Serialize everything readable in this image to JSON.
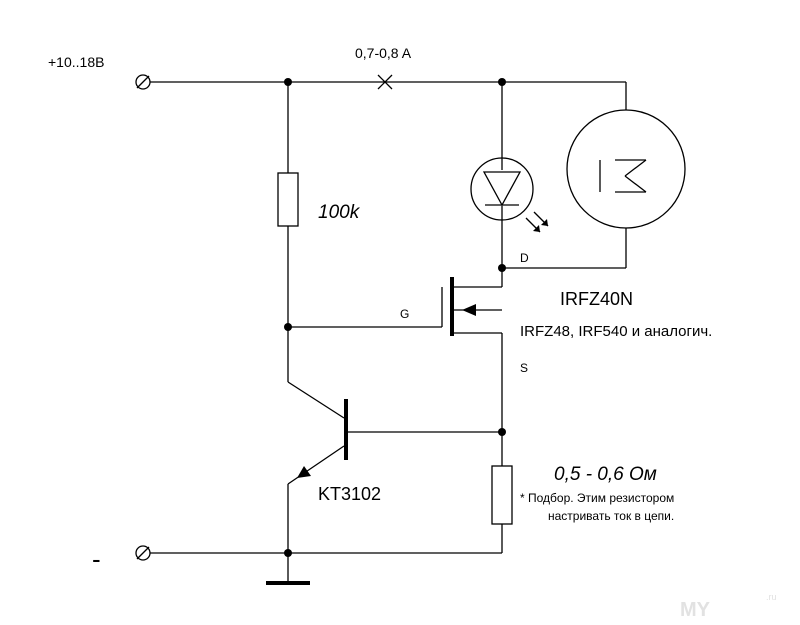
{
  "labels": {
    "supply": "+10..18B",
    "ground": "-",
    "fuse_current": "0,7-0,8 A",
    "r1_value": "100k",
    "drain": "D",
    "gate": "G",
    "source": "S",
    "mosfet_name": "IRFZ40N",
    "mosfet_alt": "IRFZ48, IRF540 и аналогич.",
    "transistor_name": "KT3102",
    "rsense_value": "0,5 - 0,6 Ом",
    "note_line1": "* Подбор. Этим резистором",
    "note_line2": "настривать ток в цепи.",
    "watermark": "MY",
    "watermark_small": ".ru"
  },
  "colors": {
    "line": "#000000",
    "background": "#ffffff",
    "watermark": "#e2e2e2"
  }
}
